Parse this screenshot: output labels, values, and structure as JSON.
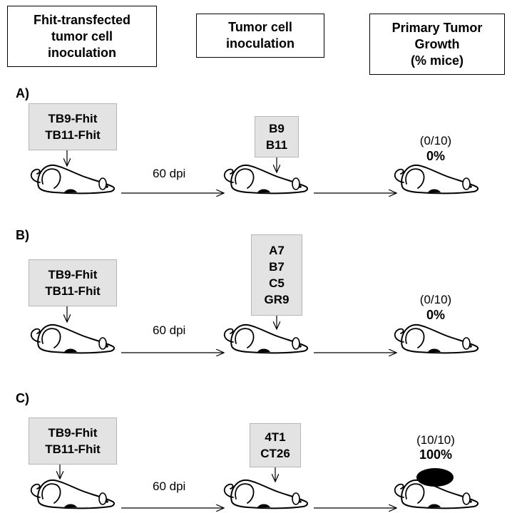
{
  "headers": {
    "col1": "Fhit-transfected\ntumor cell\ninoculation",
    "col2": "Tumor cell\ninoculation",
    "col3": "Primary Tumor\nGrowth\n(% mice)"
  },
  "rows": [
    {
      "label": "A)",
      "pretreatment": "TB9-Fhit\nTB11-Fhit",
      "interval": "60 dpi",
      "challenge": "B9\nB11",
      "ratio": "(0/10)",
      "percent": "0%"
    },
    {
      "label": "B)",
      "pretreatment": "TB9-Fhit\nTB11-Fhit",
      "interval": "60 dpi",
      "challenge": "A7\nB7\nC5\nGR9",
      "ratio": "(0/10)",
      "percent": "0%"
    },
    {
      "label": "C)",
      "pretreatment": "TB9-Fhit\nTB11-Fhit",
      "interval": "60 dpi",
      "challenge": "4T1\nCT26",
      "ratio": "(10/10)",
      "percent": "100%"
    }
  ],
  "icons": {
    "mouse": "mouse-icon",
    "tumor": "tumor-mass-icon"
  },
  "colors": {
    "box_fill": "#e3e3e3",
    "tumor_fill": "#000000"
  }
}
